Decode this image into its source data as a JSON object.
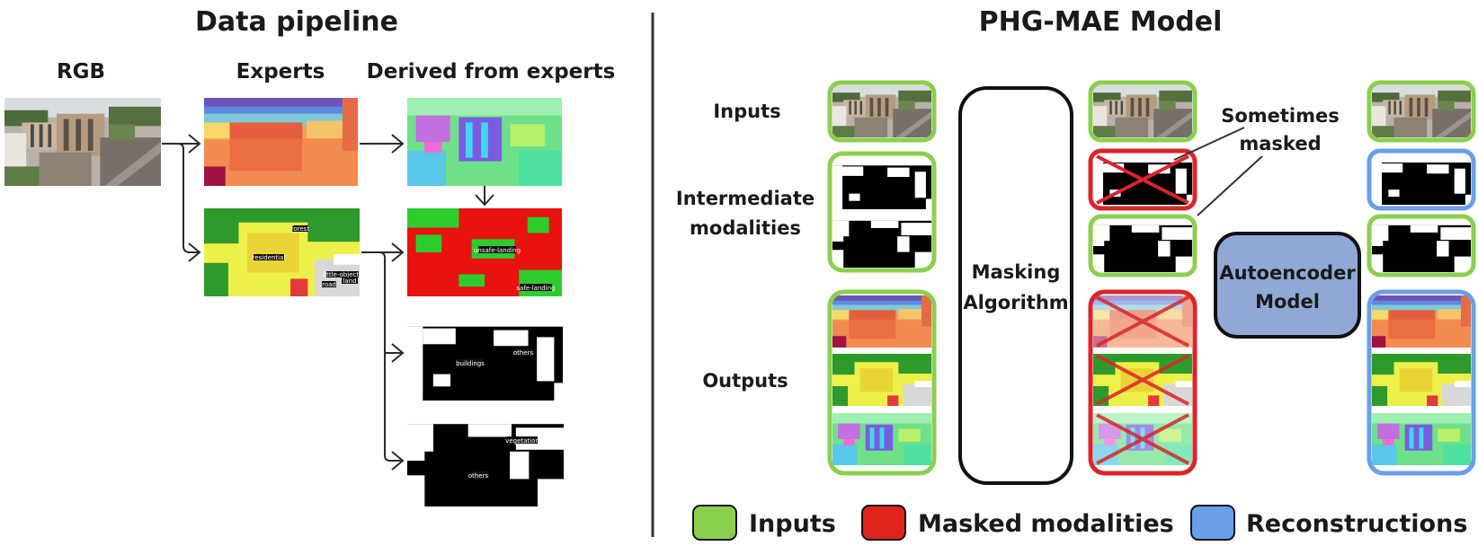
{
  "left": {
    "title": "Data pipeline",
    "col_rgb": "RGB",
    "col_experts": "Experts",
    "col_derived": "Derived from experts",
    "tags": {
      "forest": "forest",
      "residential": "residential",
      "road": "road",
      "little_objects": "little-objects",
      "land": "land",
      "unsafe_landing": "unsafe-landing",
      "safe_landing": "safe-landing",
      "buildings": "buildings",
      "others": "others",
      "vegetation": "vegetation"
    }
  },
  "right": {
    "title": "PHG-MAE Model",
    "row_inputs": "Inputs",
    "row_intermediate_1": "Intermediate",
    "row_intermediate_2": "modalities",
    "row_outputs": "Outputs",
    "masking_1": "Masking",
    "masking_2": "Algorithm",
    "autoencoder_1": "Autoencoder",
    "autoencoder_2": "Model",
    "sometimes_1": "Sometimes",
    "sometimes_2": "masked"
  },
  "legend": [
    {
      "label": "Inputs",
      "color": "#8bcf4f"
    },
    {
      "label": "Masked modalities",
      "color": "#e0231b"
    },
    {
      "label": "Reconstructions",
      "color": "#6a9ee8"
    }
  ],
  "colors": {
    "input_border": "#8bcf4f",
    "masked_border": "#d8262a",
    "recon_border": "#6a9ee8",
    "autoencoder_fill": "#8fa8d6"
  }
}
